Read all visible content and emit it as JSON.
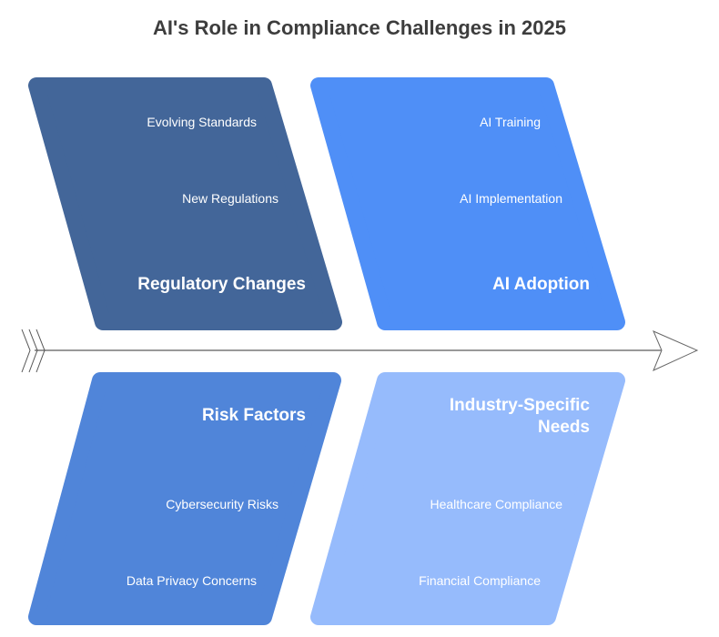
{
  "title": "AI's Role in Compliance Challenges in 2025",
  "colors": {
    "regulatory": "#436699",
    "adoption": "#4f8ff7",
    "risk": "#5085d9",
    "industry": "#96bbfc",
    "spine": "#999999"
  },
  "categories": [
    {
      "label": "Regulatory Changes",
      "causes": [
        "Evolving Standards",
        "New Regulations"
      ]
    },
    {
      "label": "AI Adoption",
      "causes": [
        "AI Training",
        "AI Implementation"
      ]
    },
    {
      "label": "Risk Factors",
      "causes": [
        "Cybersecurity Risks",
        "Data Privacy Concerns"
      ]
    },
    {
      "label": "Industry-Specific Needs",
      "causes": [
        "Healthcare Compliance",
        "Financial Compliance"
      ]
    }
  ]
}
